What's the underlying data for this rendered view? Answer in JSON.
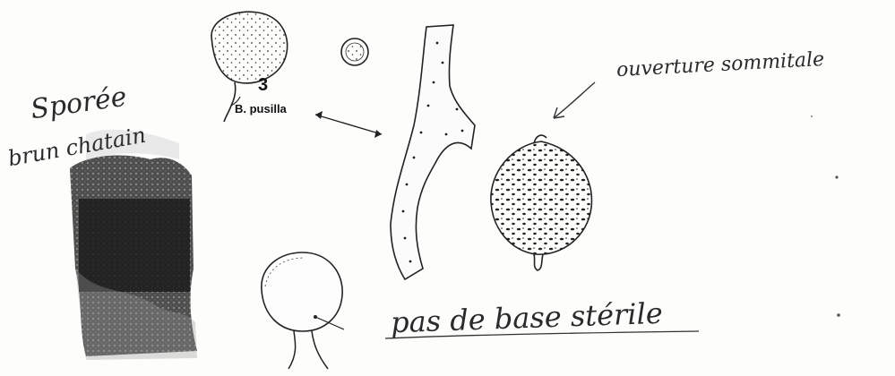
{
  "annotations": {
    "spore_color_line1": "Sporée",
    "spore_color_line2": "brun chatain",
    "figure_number": "3",
    "species_label": "B. pusilla",
    "apical_opening": "ouverture sommitale",
    "no_sterile_base": "pas de base stérile"
  }
}
